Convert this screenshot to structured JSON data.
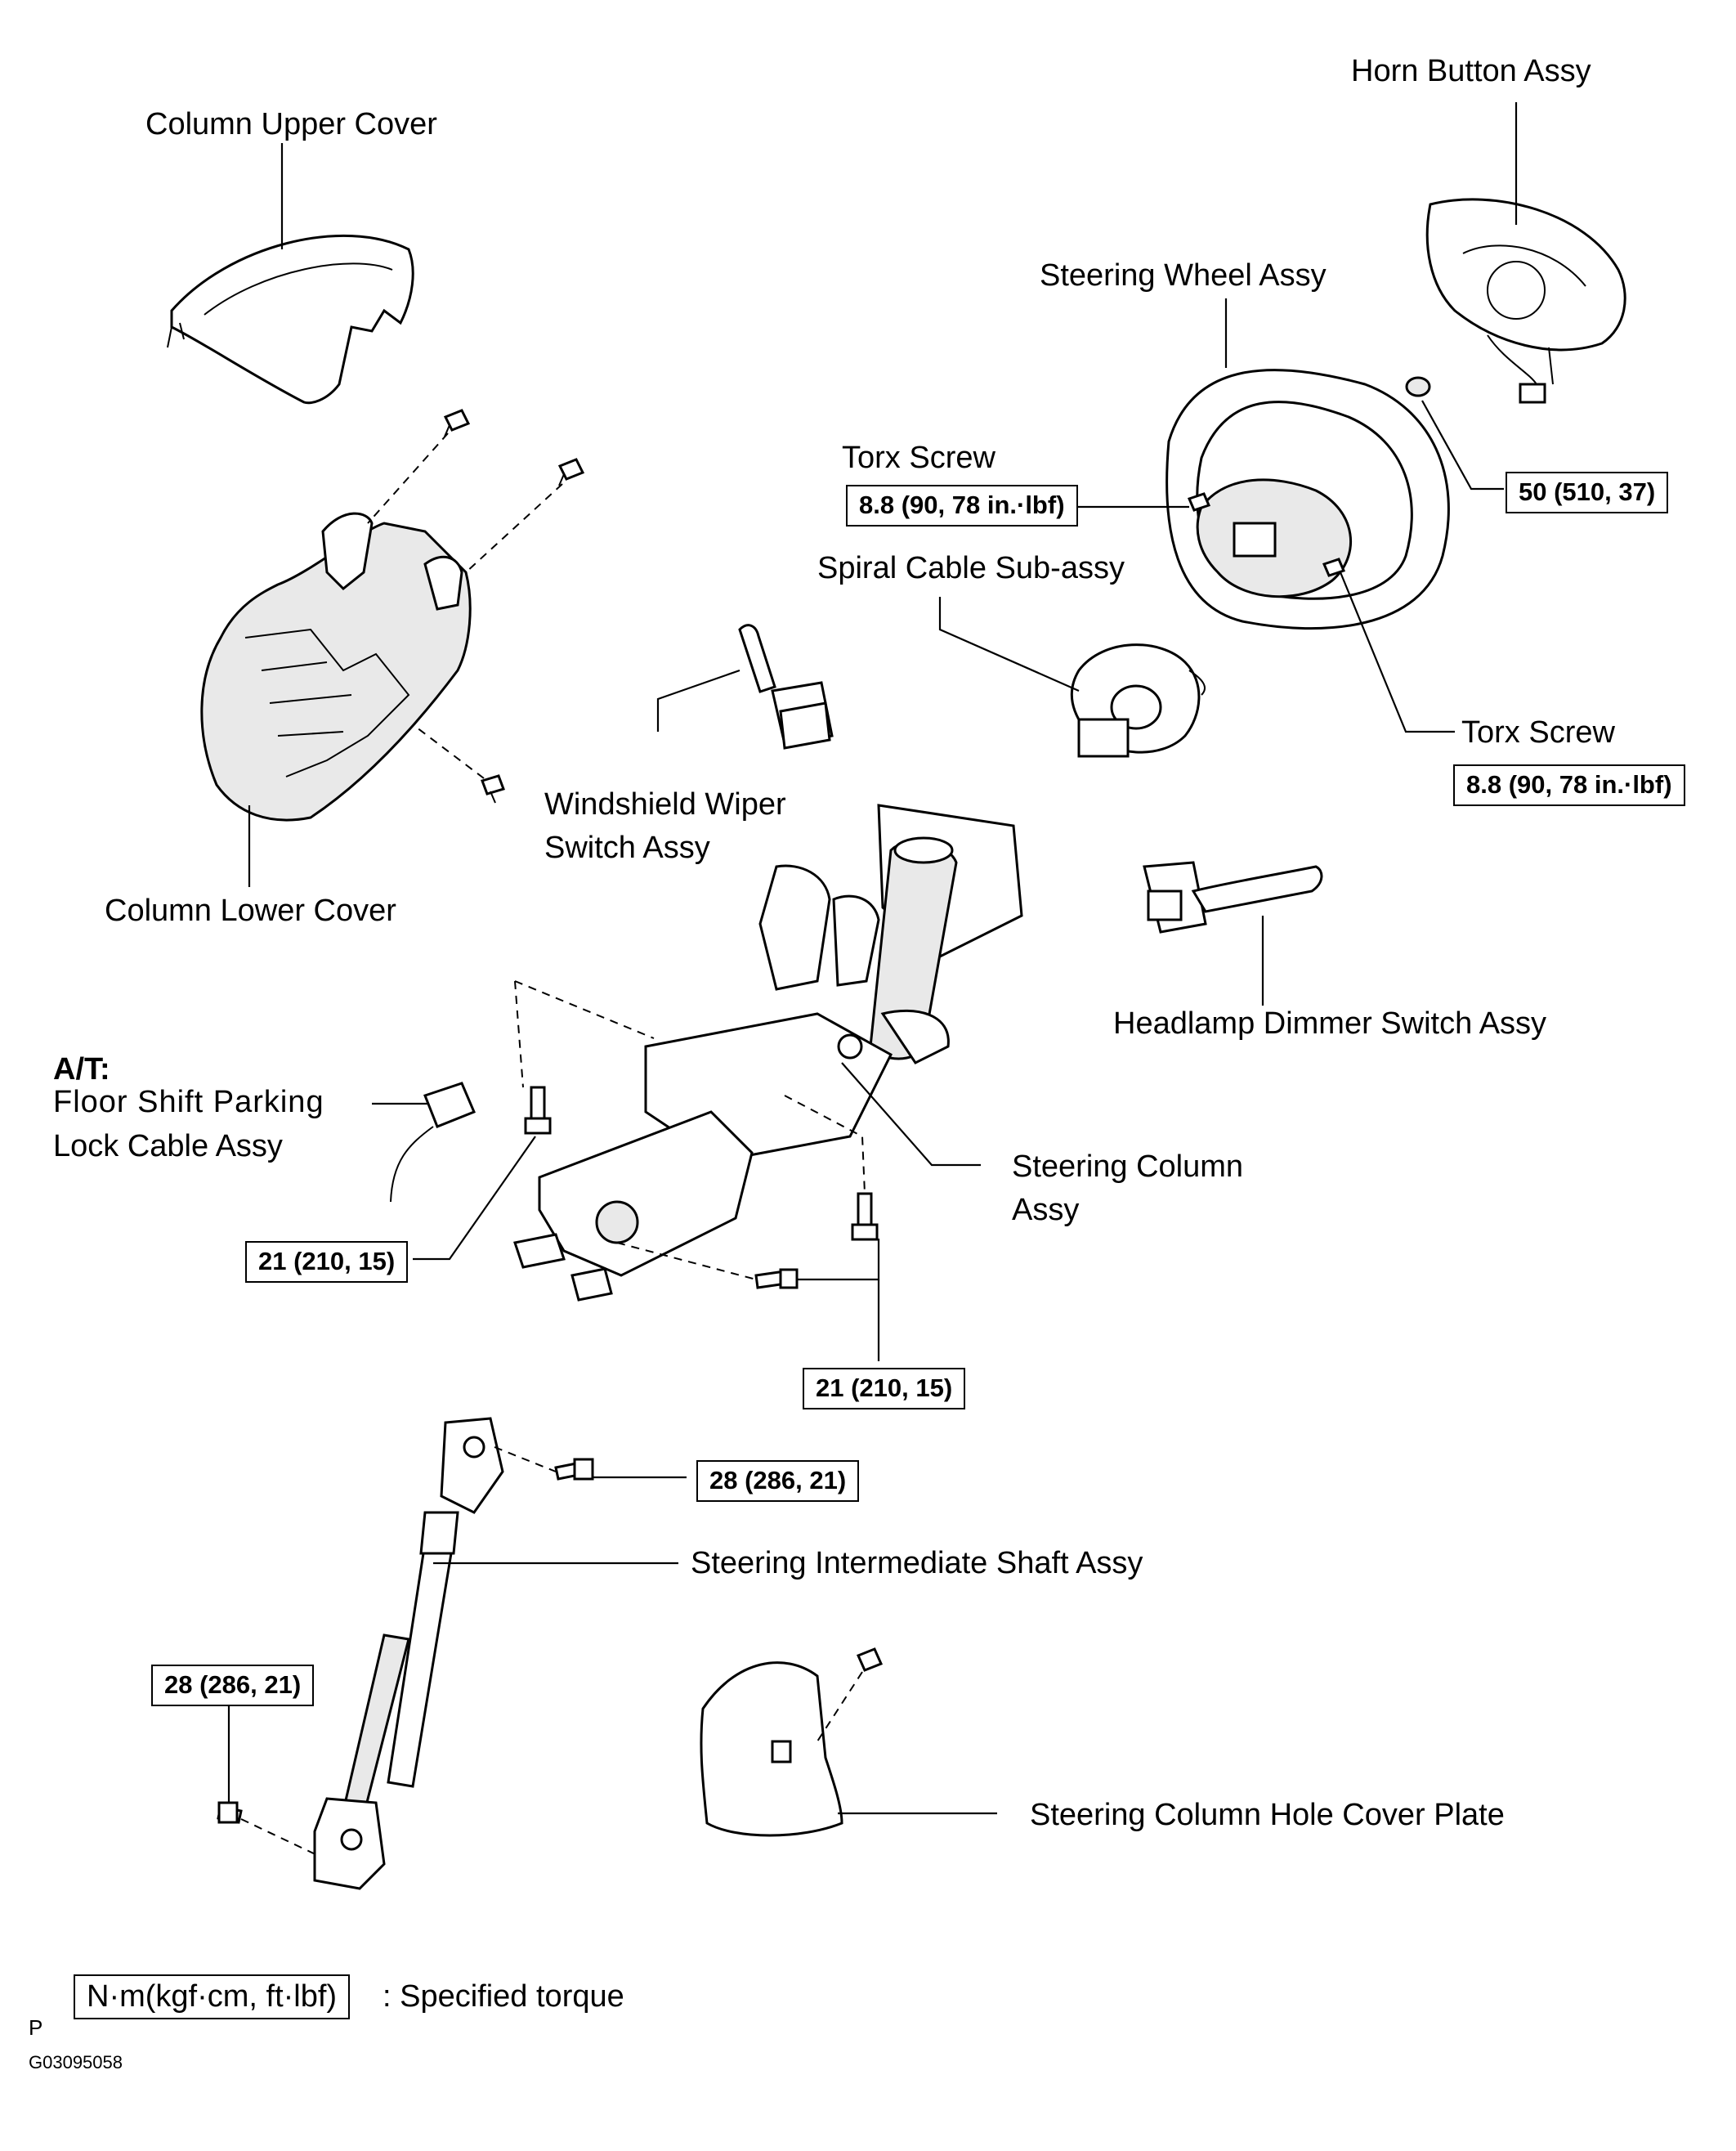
{
  "labels": {
    "horn_button": "Horn Button Assy",
    "steering_wheel": "Steering Wheel Assy",
    "column_upper_cover": "Column Upper Cover",
    "torx_screw_1": "Torx Screw",
    "torx_screw_2": "Torx Screw",
    "spiral_cable": "Spiral Cable Sub-assy",
    "wiper_switch_line1": "Windshield Wiper",
    "wiper_switch_line2": "Switch Assy",
    "column_lower_cover": "Column Lower Cover",
    "headlamp_switch": "Headlamp Dimmer Switch Assy",
    "at_prefix": "A/T:",
    "shift_cable_line1": "Floor Shift Parking",
    "shift_cable_line2": "Lock Cable Assy",
    "steering_column_line1": "Steering Column",
    "steering_column_line2": "Assy",
    "intermediate_shaft": "Steering Intermediate Shaft Assy",
    "hole_cover_plate": "Steering Column Hole Cover Plate"
  },
  "torques": {
    "horn_nut": "50 (510, 37)",
    "torx_screw_1": "8.8 (90, 78 in.·lbf)",
    "torx_screw_2": "8.8 (90, 78 in.·lbf)",
    "column_bolt_left": "21 (210, 15)",
    "column_bolt_bottom": "21 (210, 15)",
    "shaft_bolt_upper": "28 (286, 21)",
    "shaft_bolt_lower": "28 (286, 21)"
  },
  "legend": {
    "unit": "N·m(kgf·cm, ft·lbf)",
    "description": ": Specified torque"
  },
  "footer": {
    "letter": "P",
    "code": "G03095058"
  }
}
